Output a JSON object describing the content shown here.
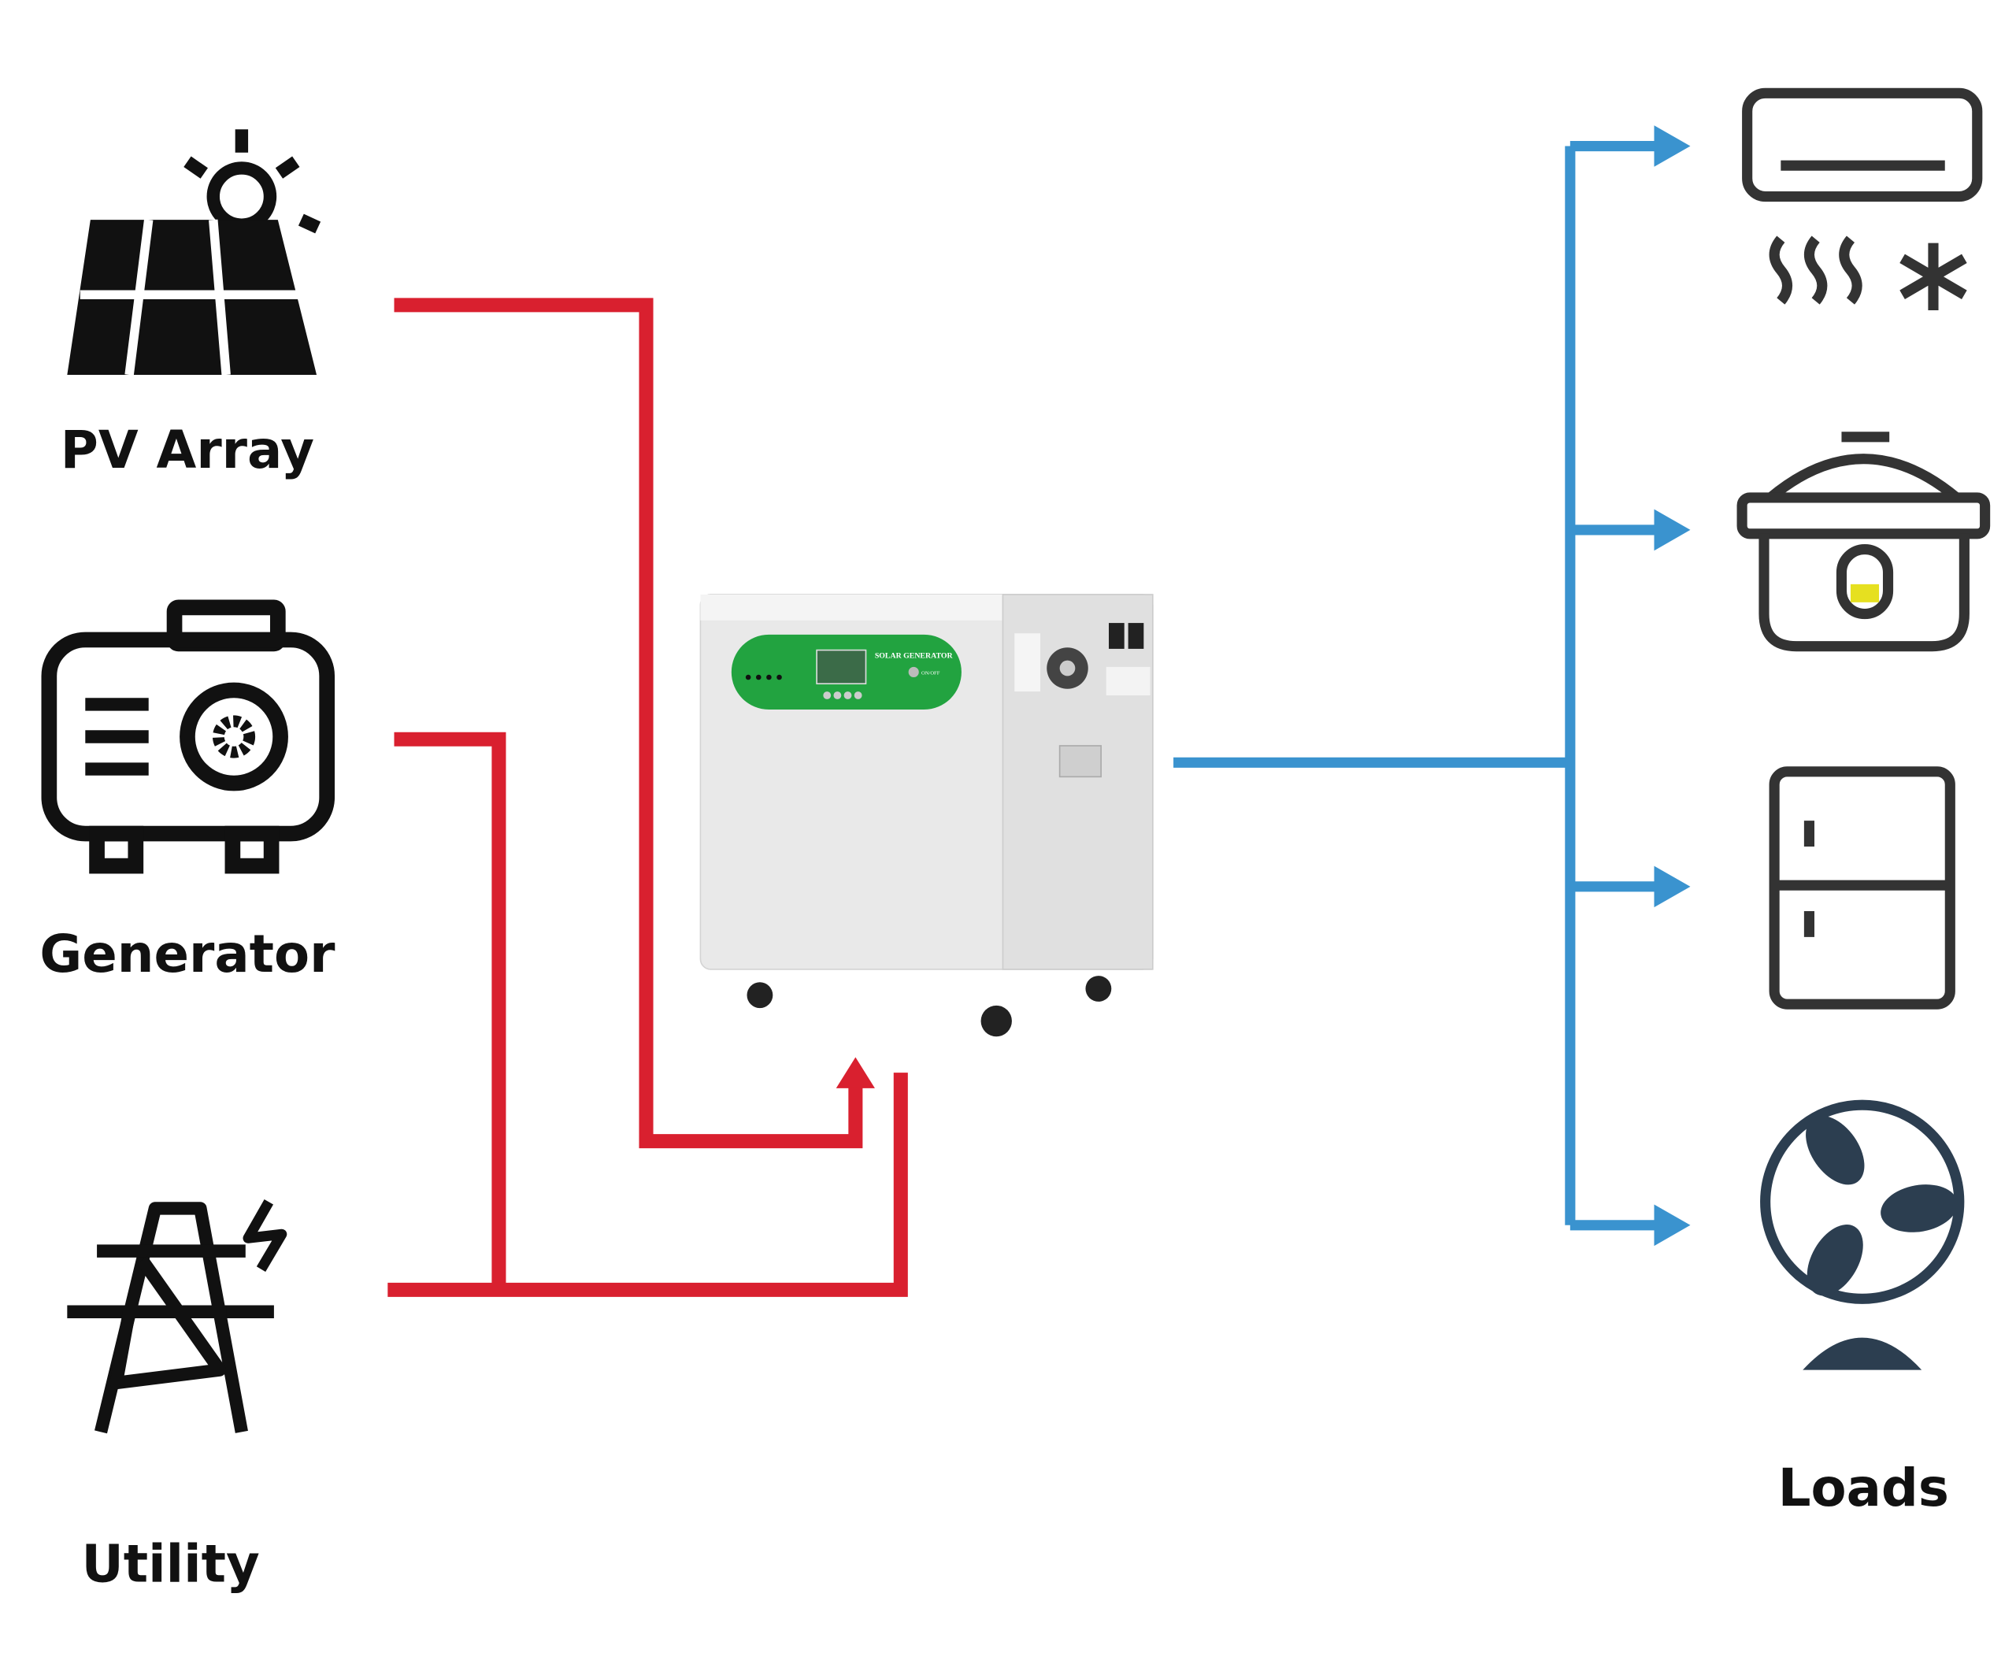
{
  "sources": [
    {
      "label": "PV Array",
      "icon": "solar-panel-icon"
    },
    {
      "label": "Generator",
      "icon": "generator-icon"
    },
    {
      "label": "Utility",
      "icon": "power-tower-icon"
    }
  ],
  "device": {
    "brand_text": "SOLAR GENERATOR",
    "button_text": "ON/OFF"
  },
  "loads": {
    "label": "Loads",
    "items": [
      {
        "icon": "air-conditioner-icon"
      },
      {
        "icon": "rice-cooker-icon"
      },
      {
        "icon": "refrigerator-icon"
      },
      {
        "icon": "fan-icon"
      }
    ]
  },
  "colors": {
    "input_line": "#d9202f",
    "output_line": "#3a93cf",
    "device_panel": "#22a340",
    "icon": "#111111",
    "load_icon": "#333333"
  }
}
